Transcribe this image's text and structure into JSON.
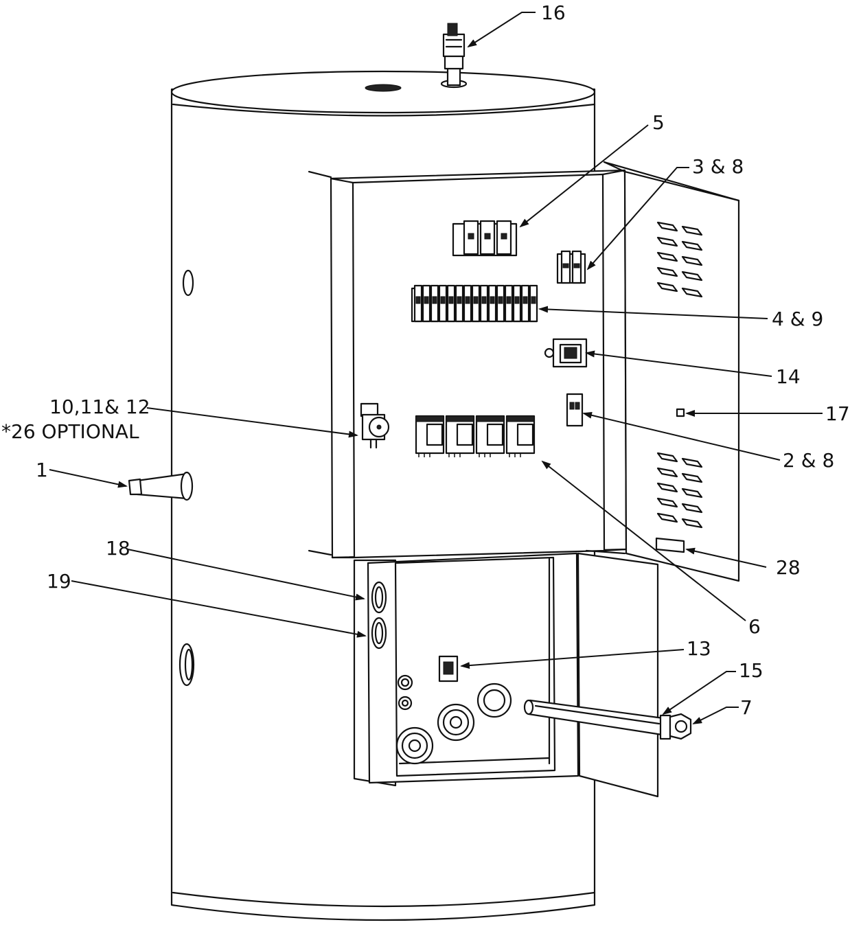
{
  "callouts": {
    "c16": "16",
    "c5": "5",
    "c3_8": "3 & 8",
    "c4_9": "4 & 9",
    "c14": "14",
    "c17": "17",
    "c10_11_12": "10,11& 12",
    "c26_optional": "*26 OPTIONAL",
    "c2_8": "2 & 8",
    "c1": "1",
    "c18": "18",
    "c19": "19",
    "c28": "28",
    "c6": "6",
    "c13": "13",
    "c15": "15",
    "c7": "7"
  },
  "colors": {
    "line": "#111111",
    "background": "#ffffff"
  }
}
